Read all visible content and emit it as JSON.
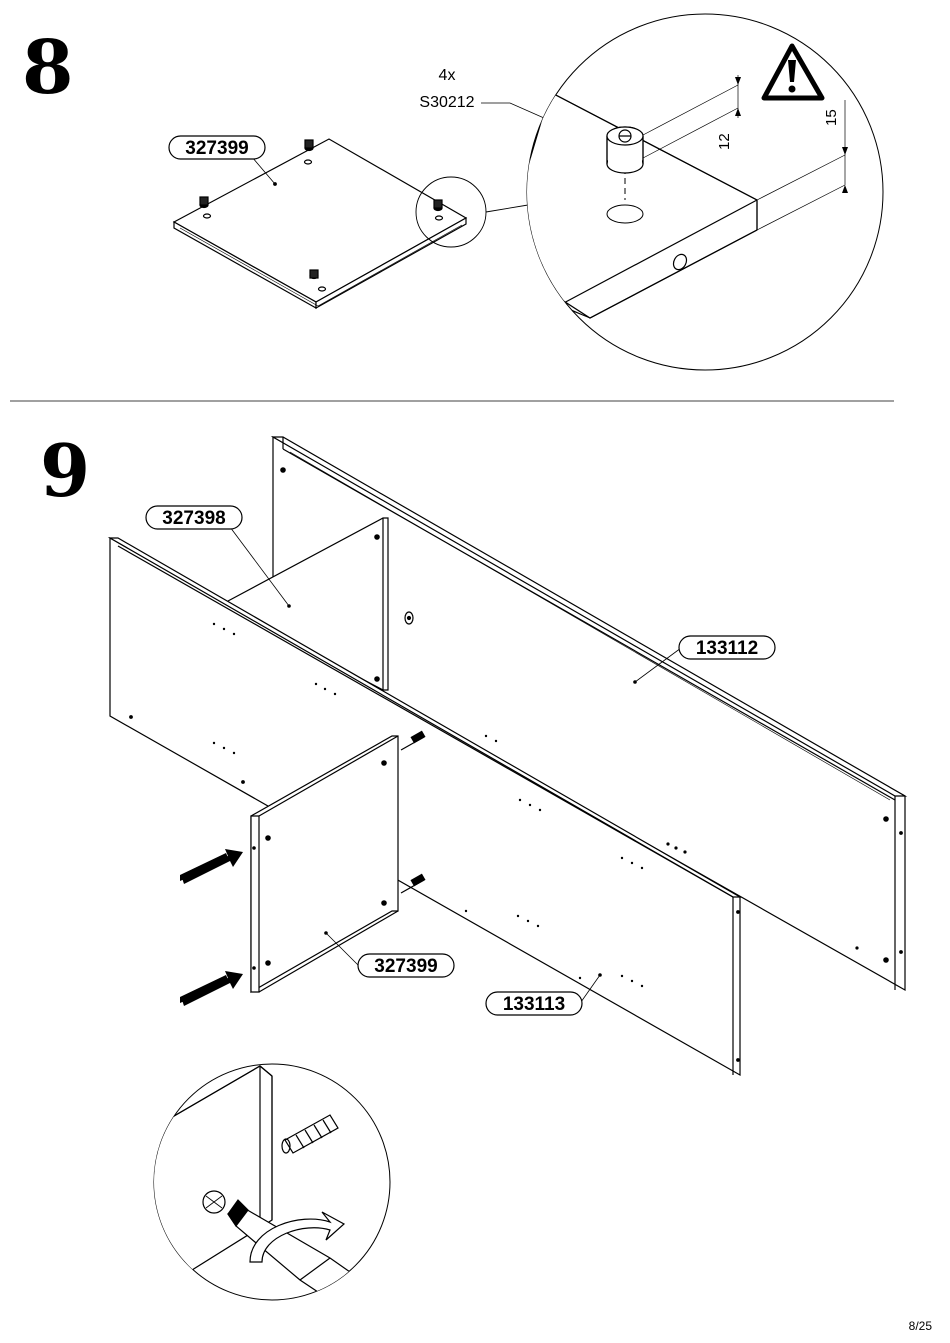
{
  "step8": {
    "number": "8",
    "part_label": "327399",
    "fitting_count": "4x",
    "fitting_code": "S30212",
    "dimension_a": "12",
    "dimension_b": "15",
    "warning_icon": "warning-triangle-icon"
  },
  "step9": {
    "number": "9",
    "parts": {
      "p327398": "327398",
      "p133112": "133112",
      "p327399": "327399",
      "p133113": "133113"
    },
    "arrow_icon": "push-arrow-icon",
    "tool_icon": "screwdriver-icon"
  },
  "footer": {
    "page": "8/25"
  }
}
